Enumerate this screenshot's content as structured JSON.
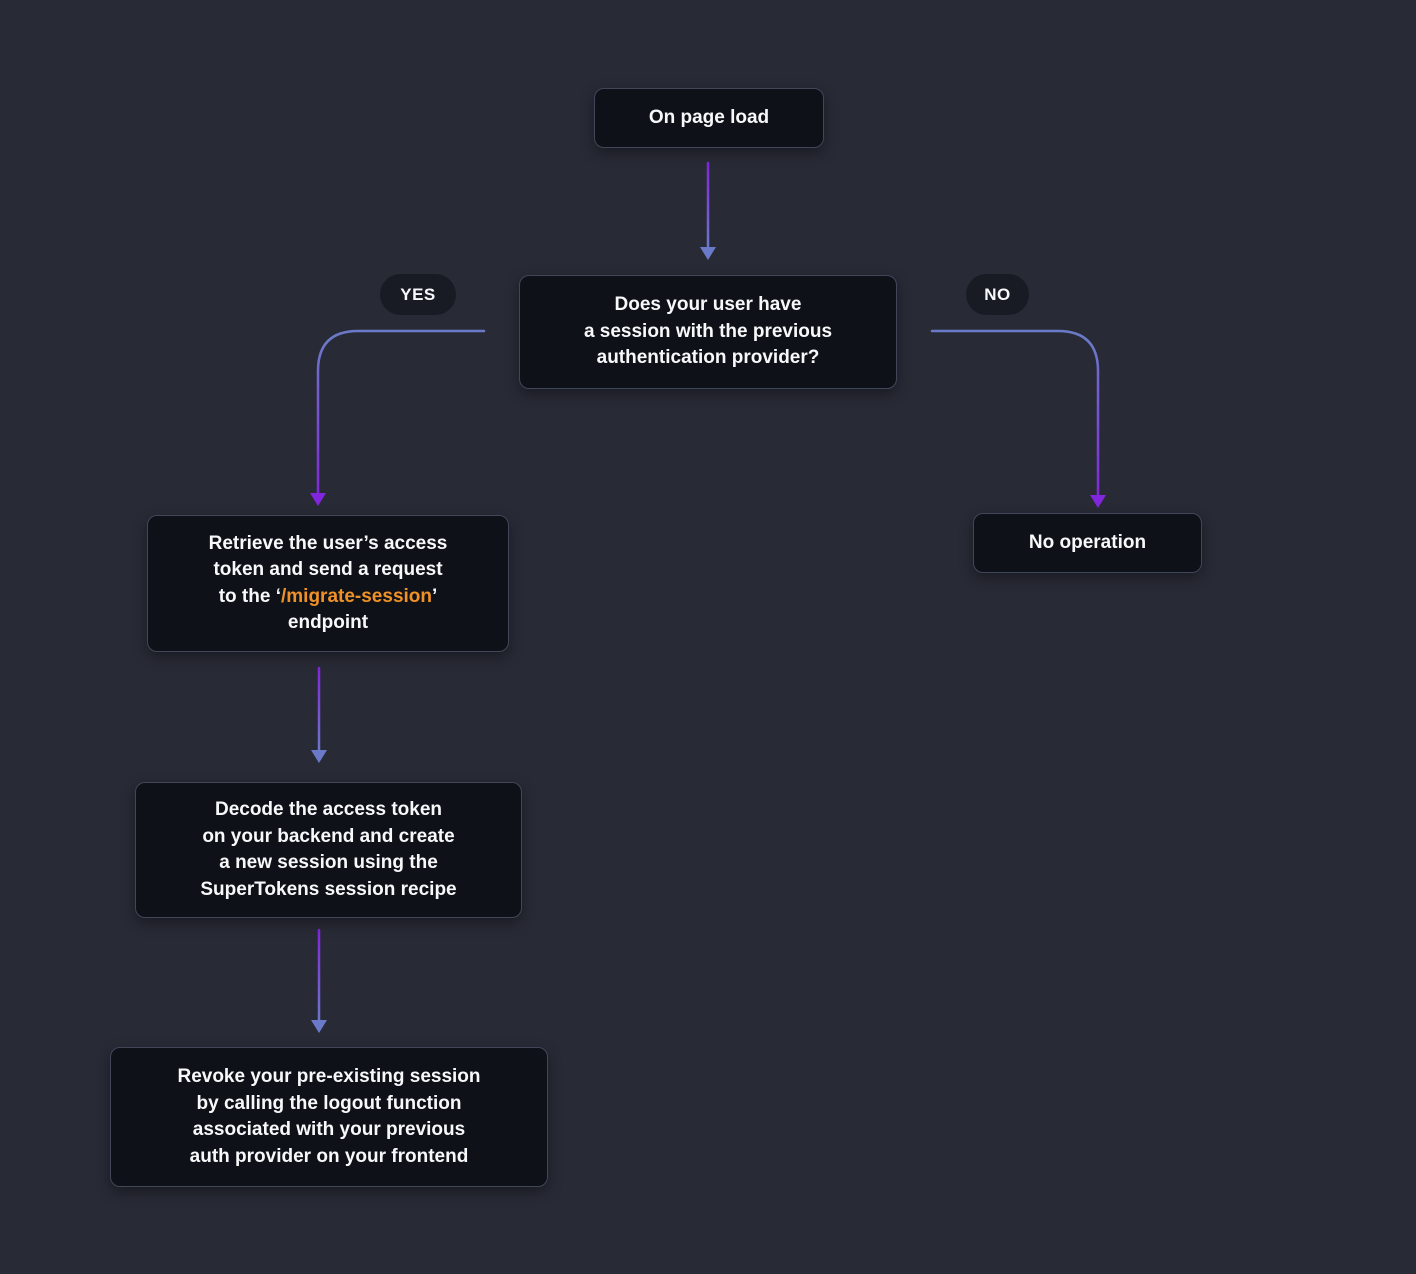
{
  "diagram": {
    "start": {
      "label": "On page load"
    },
    "decision": {
      "line1": "Does your user have",
      "line2": "a session with the previous",
      "line3": "authentication provider?"
    },
    "branch_yes_label": "YES",
    "branch_no_label": "NO",
    "retrieve": {
      "line1": "Retrieve the user’s access",
      "line2": "token and send a request",
      "line3_pre": "to the ‘",
      "line3_code": "/migrate-session",
      "line3_post": "’",
      "line4": "endpoint"
    },
    "noop": {
      "label": "No operation"
    },
    "decode": {
      "line1": "Decode the access token",
      "line2": "on your backend and create",
      "line3": "a new session using the",
      "line4": "SuperTokens session recipe"
    },
    "revoke": {
      "line1": "Revoke your pre-existing session",
      "line2": "by calling the logout function",
      "line3": "associated with your previous",
      "line4": "auth provider on your frontend"
    }
  },
  "colors": {
    "background": "#282a36",
    "node_fill": "#0f1118",
    "node_border": "#414659",
    "text": "#f7f8fa",
    "code_orange": "#ef9126",
    "connector_blue": "#6b7ac8",
    "connector_purple": "#8226dd",
    "pill_fill": "#191b24"
  }
}
